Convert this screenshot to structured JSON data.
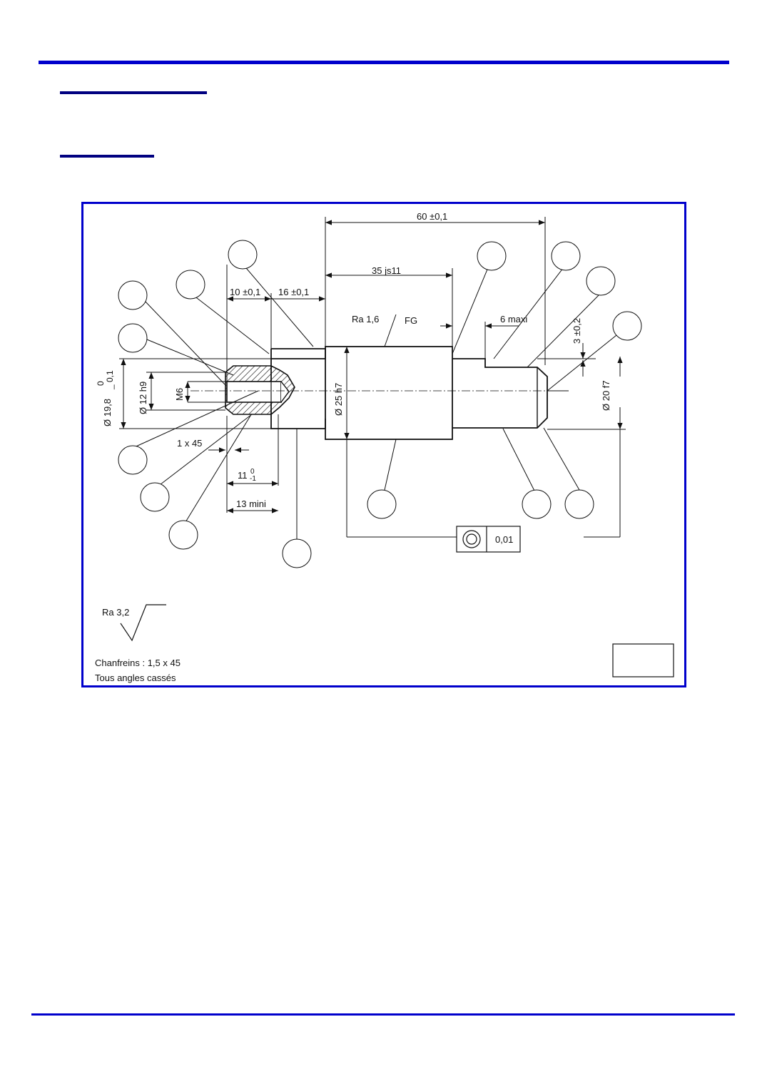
{
  "colors": {
    "frame": "#0000cc",
    "ink": "#111111"
  },
  "drawing": {
    "dim_60": "60 ±0,1",
    "dim_35": "35 js11",
    "dim_10": "10 ±0,1",
    "dim_16": "16 ±0,1",
    "dim_6": "6 maxi",
    "dim_3": "3 ±0,2",
    "ra_16": "Ra 1,6",
    "fg": "FG",
    "tol_198_upper": "0",
    "tol_198_lower": "_ 0,1",
    "dia_198": "Ø 19,8",
    "dia_12": "Ø 12 h9",
    "m6": "M6",
    "dia_25": "Ø 25 h7",
    "dia_20": "Ø 20 f7",
    "chamfer_1x45": "1 x 45",
    "dim_11": "11",
    "dim_11_upper": "0",
    "dim_11_lower": "-1",
    "dim_13": "13 mini",
    "concentricity_tol": "0,01",
    "ra_32": "Ra 3,2",
    "note_1": "Chanfreins : 1,5 x 45",
    "note_2": "Tous angles cassés"
  }
}
